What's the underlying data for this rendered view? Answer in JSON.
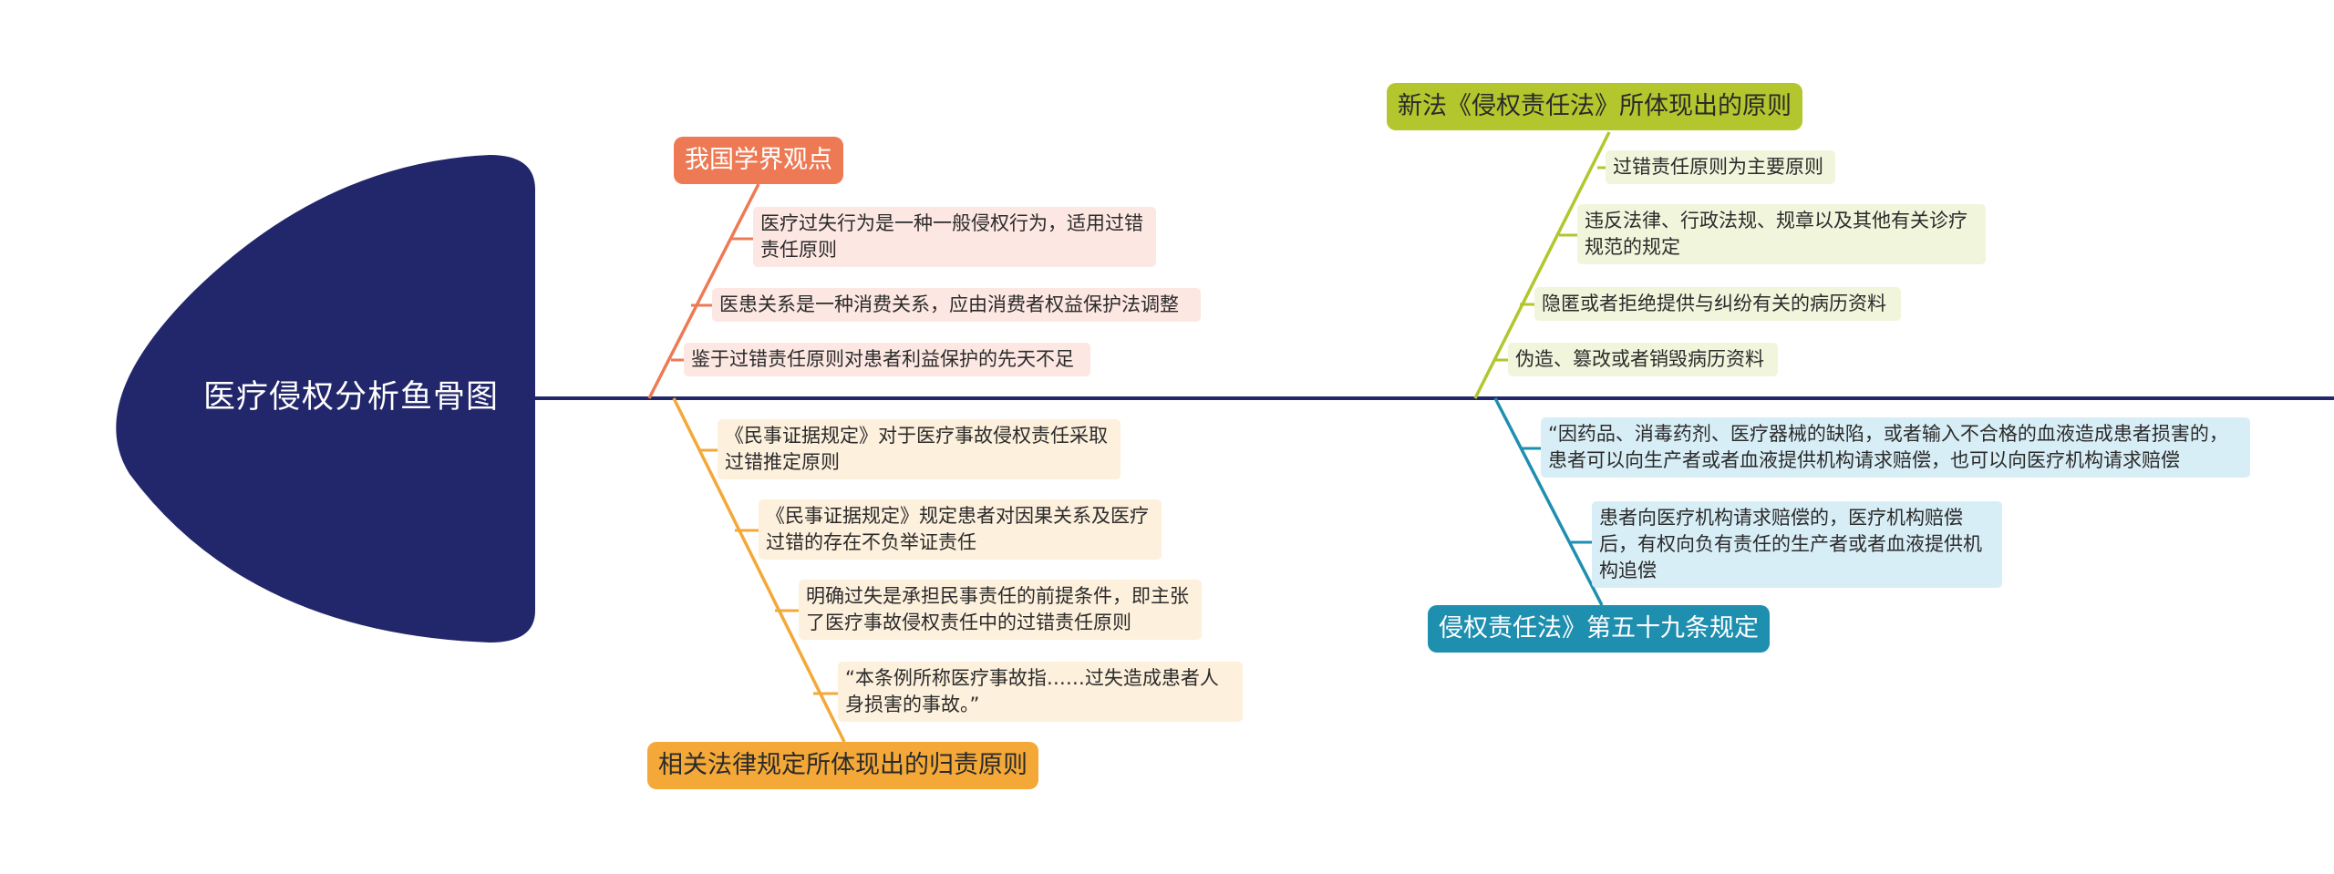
{
  "diagram": {
    "title": "医疗侵权分析鱼骨图",
    "colors": {
      "head": "#22266a",
      "spine": "#22266a",
      "orange": "#ee7a55",
      "green": "#b3c62d",
      "yellow": "#f4a838",
      "teal": "#1f8fb0"
    },
    "branches": {
      "scholars": {
        "label": "我国学界观点",
        "items": [
          "医疗过失行为是一种一般侵权行为，适用过错责任原则",
          "医患关系是一种消费关系，应由消费者权益保护法调整",
          "鉴于过错责任原则对患者利益保护的先天不足"
        ]
      },
      "new_law": {
        "label": "新法《侵权责任法》所体现出的原则",
        "items": [
          "过错责任原则为主要原则",
          "违反法律、行政法规、规章以及其他有关诊疗规范的规定",
          "隐匿或者拒绝提供与纠纷有关的病历资料",
          "伪造、篡改或者销毁病历资料"
        ]
      },
      "regulations": {
        "label": "相关法律规定所体现出的归责原则",
        "items": [
          "《民事证据规定》对于医疗事故侵权责任采取过错推定原则",
          "《民事证据规定》规定患者对因果关系及医疗过错的存在不负举证责任",
          "明确过失是承担民事责任的前提条件，即主张了医疗事故侵权责任中的过错责任原则",
          "“本条例所称医疗事故指……过失造成患者人身损害的事故。”"
        ]
      },
      "article59": {
        "label": "侵权责任法》第五十九条规定",
        "items": [
          "“因药品、消毒药剂、医疗器械的缺陷，或者输入不合格的血液造成患者损害的，患者可以向生产者或者血液提供机构请求赔偿，也可以向医疗机构请求赔偿",
          "患者向医疗机构请求赔偿的，医疗机构赔偿后，有权向负有责任的生产者或者血液提供机构追偿"
        ]
      }
    }
  }
}
